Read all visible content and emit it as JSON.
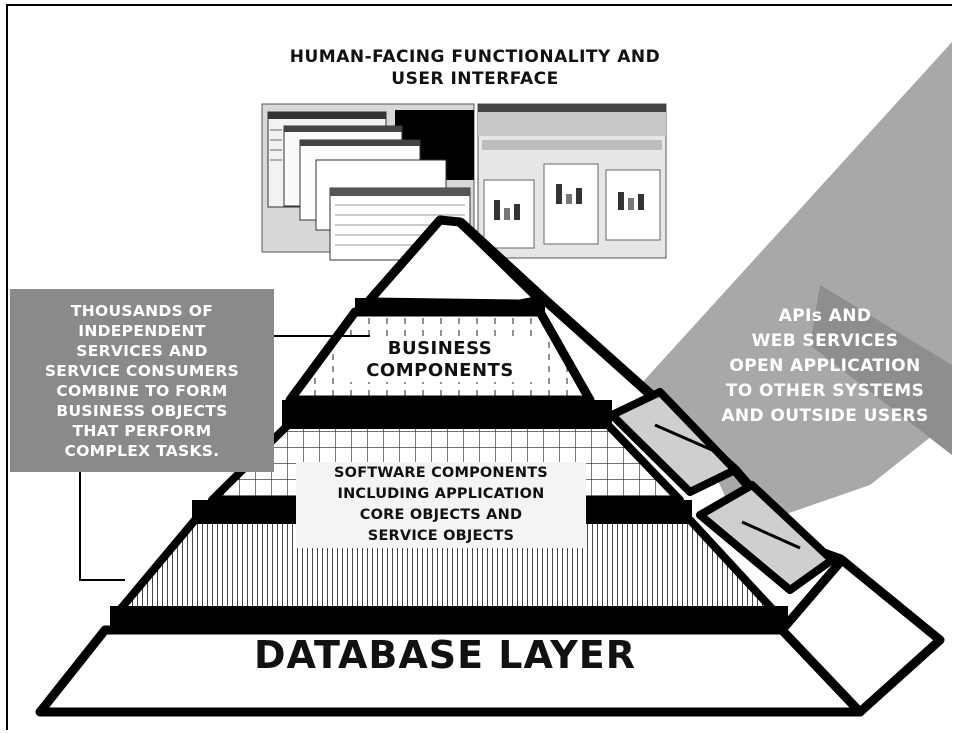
{
  "top_label": {
    "line1": "HUMAN-FACING FUNCTIONALITY AND",
    "line2": "USER INTERFACE"
  },
  "side_note": {
    "lines": [
      "THOUSANDS OF",
      "INDEPENDENT",
      "SERVICES AND",
      "SERVICE CONSUMERS",
      "COMBINE TO FORM",
      "BUSINESS OBJECTS",
      "THAT PERFORM",
      "COMPLEX TASKS."
    ]
  },
  "apis_label": {
    "lines": [
      "APIs AND",
      "WEB SERVICES",
      "OPEN APPLICATION",
      "TO OTHER SYSTEMS",
      "AND OUTSIDE USERS"
    ]
  },
  "business_layer": {
    "line1": "BUSINESS",
    "line2": "COMPONENTS"
  },
  "software_layer": {
    "lines": [
      "SOFTWARE COMPONENTS",
      "INCLUDING APPLICATION",
      "CORE OBJECTS AND",
      "SERVICE OBJECTS"
    ]
  },
  "database_layer": {
    "label": "DATABASE LAYER"
  },
  "colors": {
    "side_box": "#8a8a8a",
    "arrow": "#a8a8a8",
    "outline": "#000000"
  },
  "screenshot_icons": [
    "application-windows-screenshot",
    "web-dashboard-screenshot"
  ]
}
